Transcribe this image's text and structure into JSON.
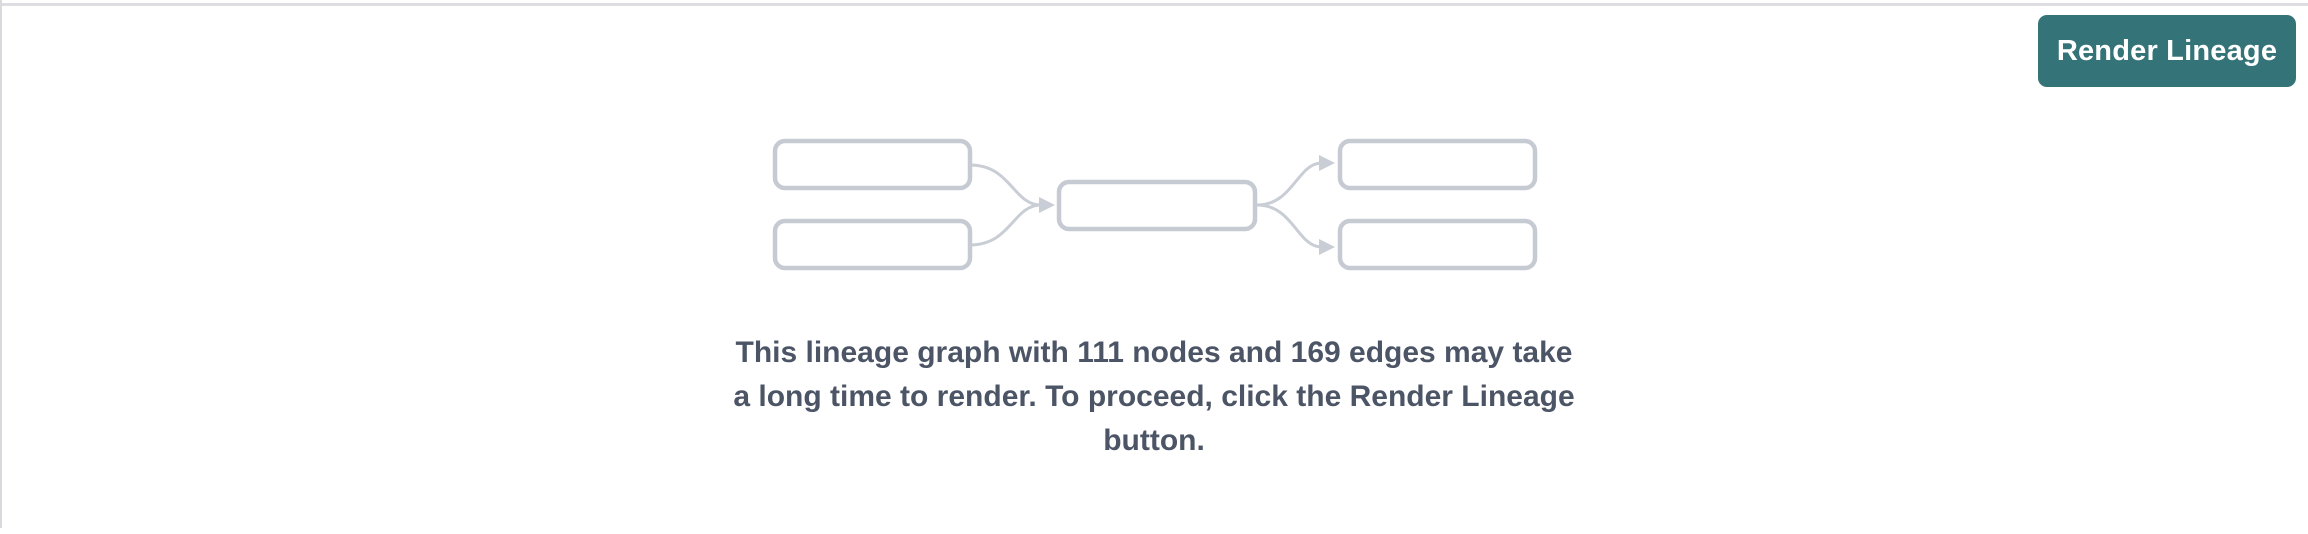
{
  "page": {
    "background_color": "#ffffff",
    "top_divider_color": "#dedee2",
    "left_divider_color": "#d9dadd"
  },
  "header": {
    "render_button": {
      "label": "Render Lineage",
      "background_color": "#347378",
      "text_color": "#ffffff"
    }
  },
  "lineage_preview": {
    "node_count": "111",
    "edge_count": "169",
    "message_lines": [
      "This lineage graph with 111 nodes and 169 edges may take",
      "a long time to render. To proceed, click the Render Lineage",
      "button."
    ],
    "message_color": "#4c5566",
    "placeholder_graphic": {
      "box_fill": "#ffffff",
      "box_border_color": "#c6cad3",
      "edge_color": "#c9cdd5"
    }
  }
}
